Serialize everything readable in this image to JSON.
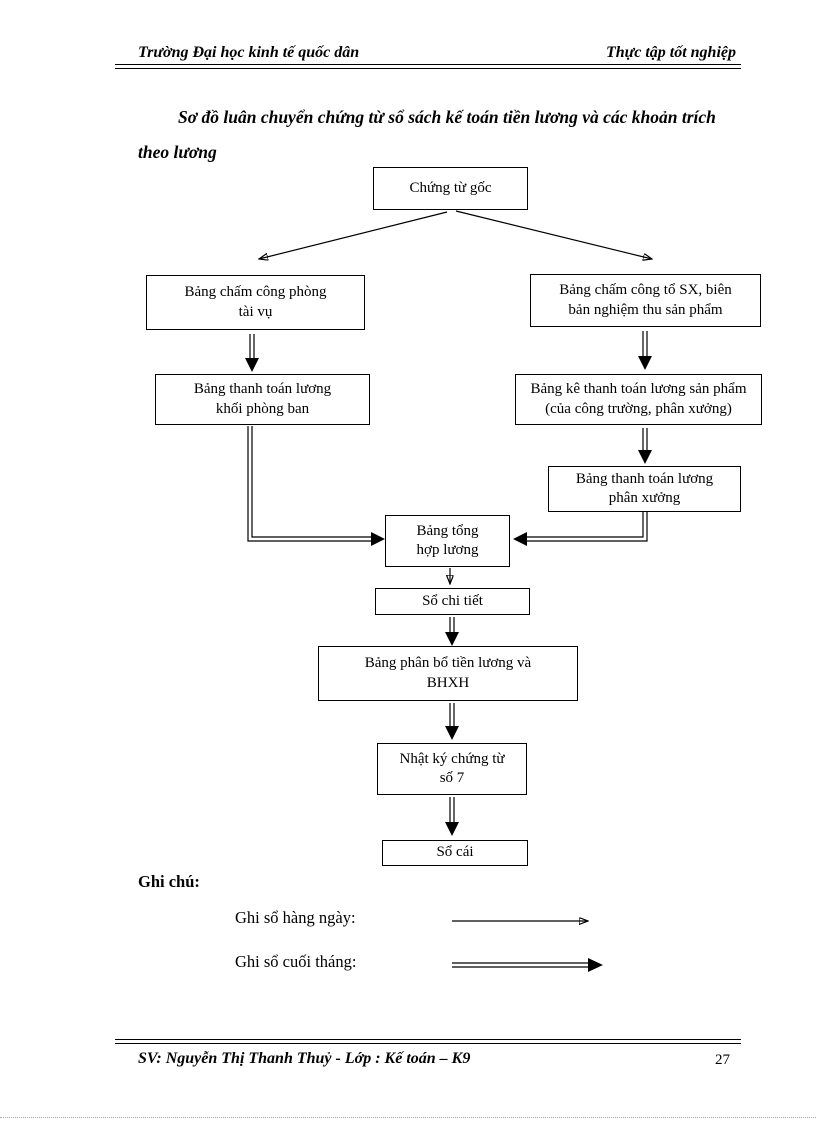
{
  "header": {
    "left": "Trường Đại học kinh tế quốc dân",
    "right": "Thực tập tốt nghiệp"
  },
  "title": "Sơ đồ luân chuyển chứng từ sổ sách kế toán tiền lương và các khoản trích theo lương",
  "flowchart": {
    "nodes": {
      "chung_tu_goc": "Chứng từ gốc",
      "cham_cong_phong": "Bảng chấm công phòng\ntài vụ",
      "cham_cong_to_sx": "Bảng chấm công tổ SX, biên\nbản nghiệm thu sản phẩm",
      "thanh_toan_khoi": "Bảng thanh toán lương\nkhối phòng ban",
      "ke_thanh_toan": "Bảng kê thanh toán lương sản phẩm\n(của công trường, phân xưởng)",
      "thanh_toan_phan_xuong": "Bảng thanh toán lương\nphân xưởng",
      "tong_hop": "Bảng tổng\nhợp lương",
      "so_chi_tiet": "Sổ chi tiết",
      "phan_bo": "Bảng phân bổ tiền lương và\nBHXH",
      "nhat_ky": "Nhật ký chứng từ\nsố 7",
      "so_cai": "Sổ cái"
    },
    "edge_styles": {
      "daily": "single-line-arrow",
      "monthly": "double-line-arrow"
    }
  },
  "legend": {
    "heading": "Ghi chú:",
    "daily_label": "Ghi sổ hàng ngày:",
    "monthly_label": "Ghi sổ cuối tháng:"
  },
  "footer": {
    "student": "SV: Nguyễn Thị Thanh Thuỷ - Lớp : Kế toán – K9",
    "page": "27"
  }
}
